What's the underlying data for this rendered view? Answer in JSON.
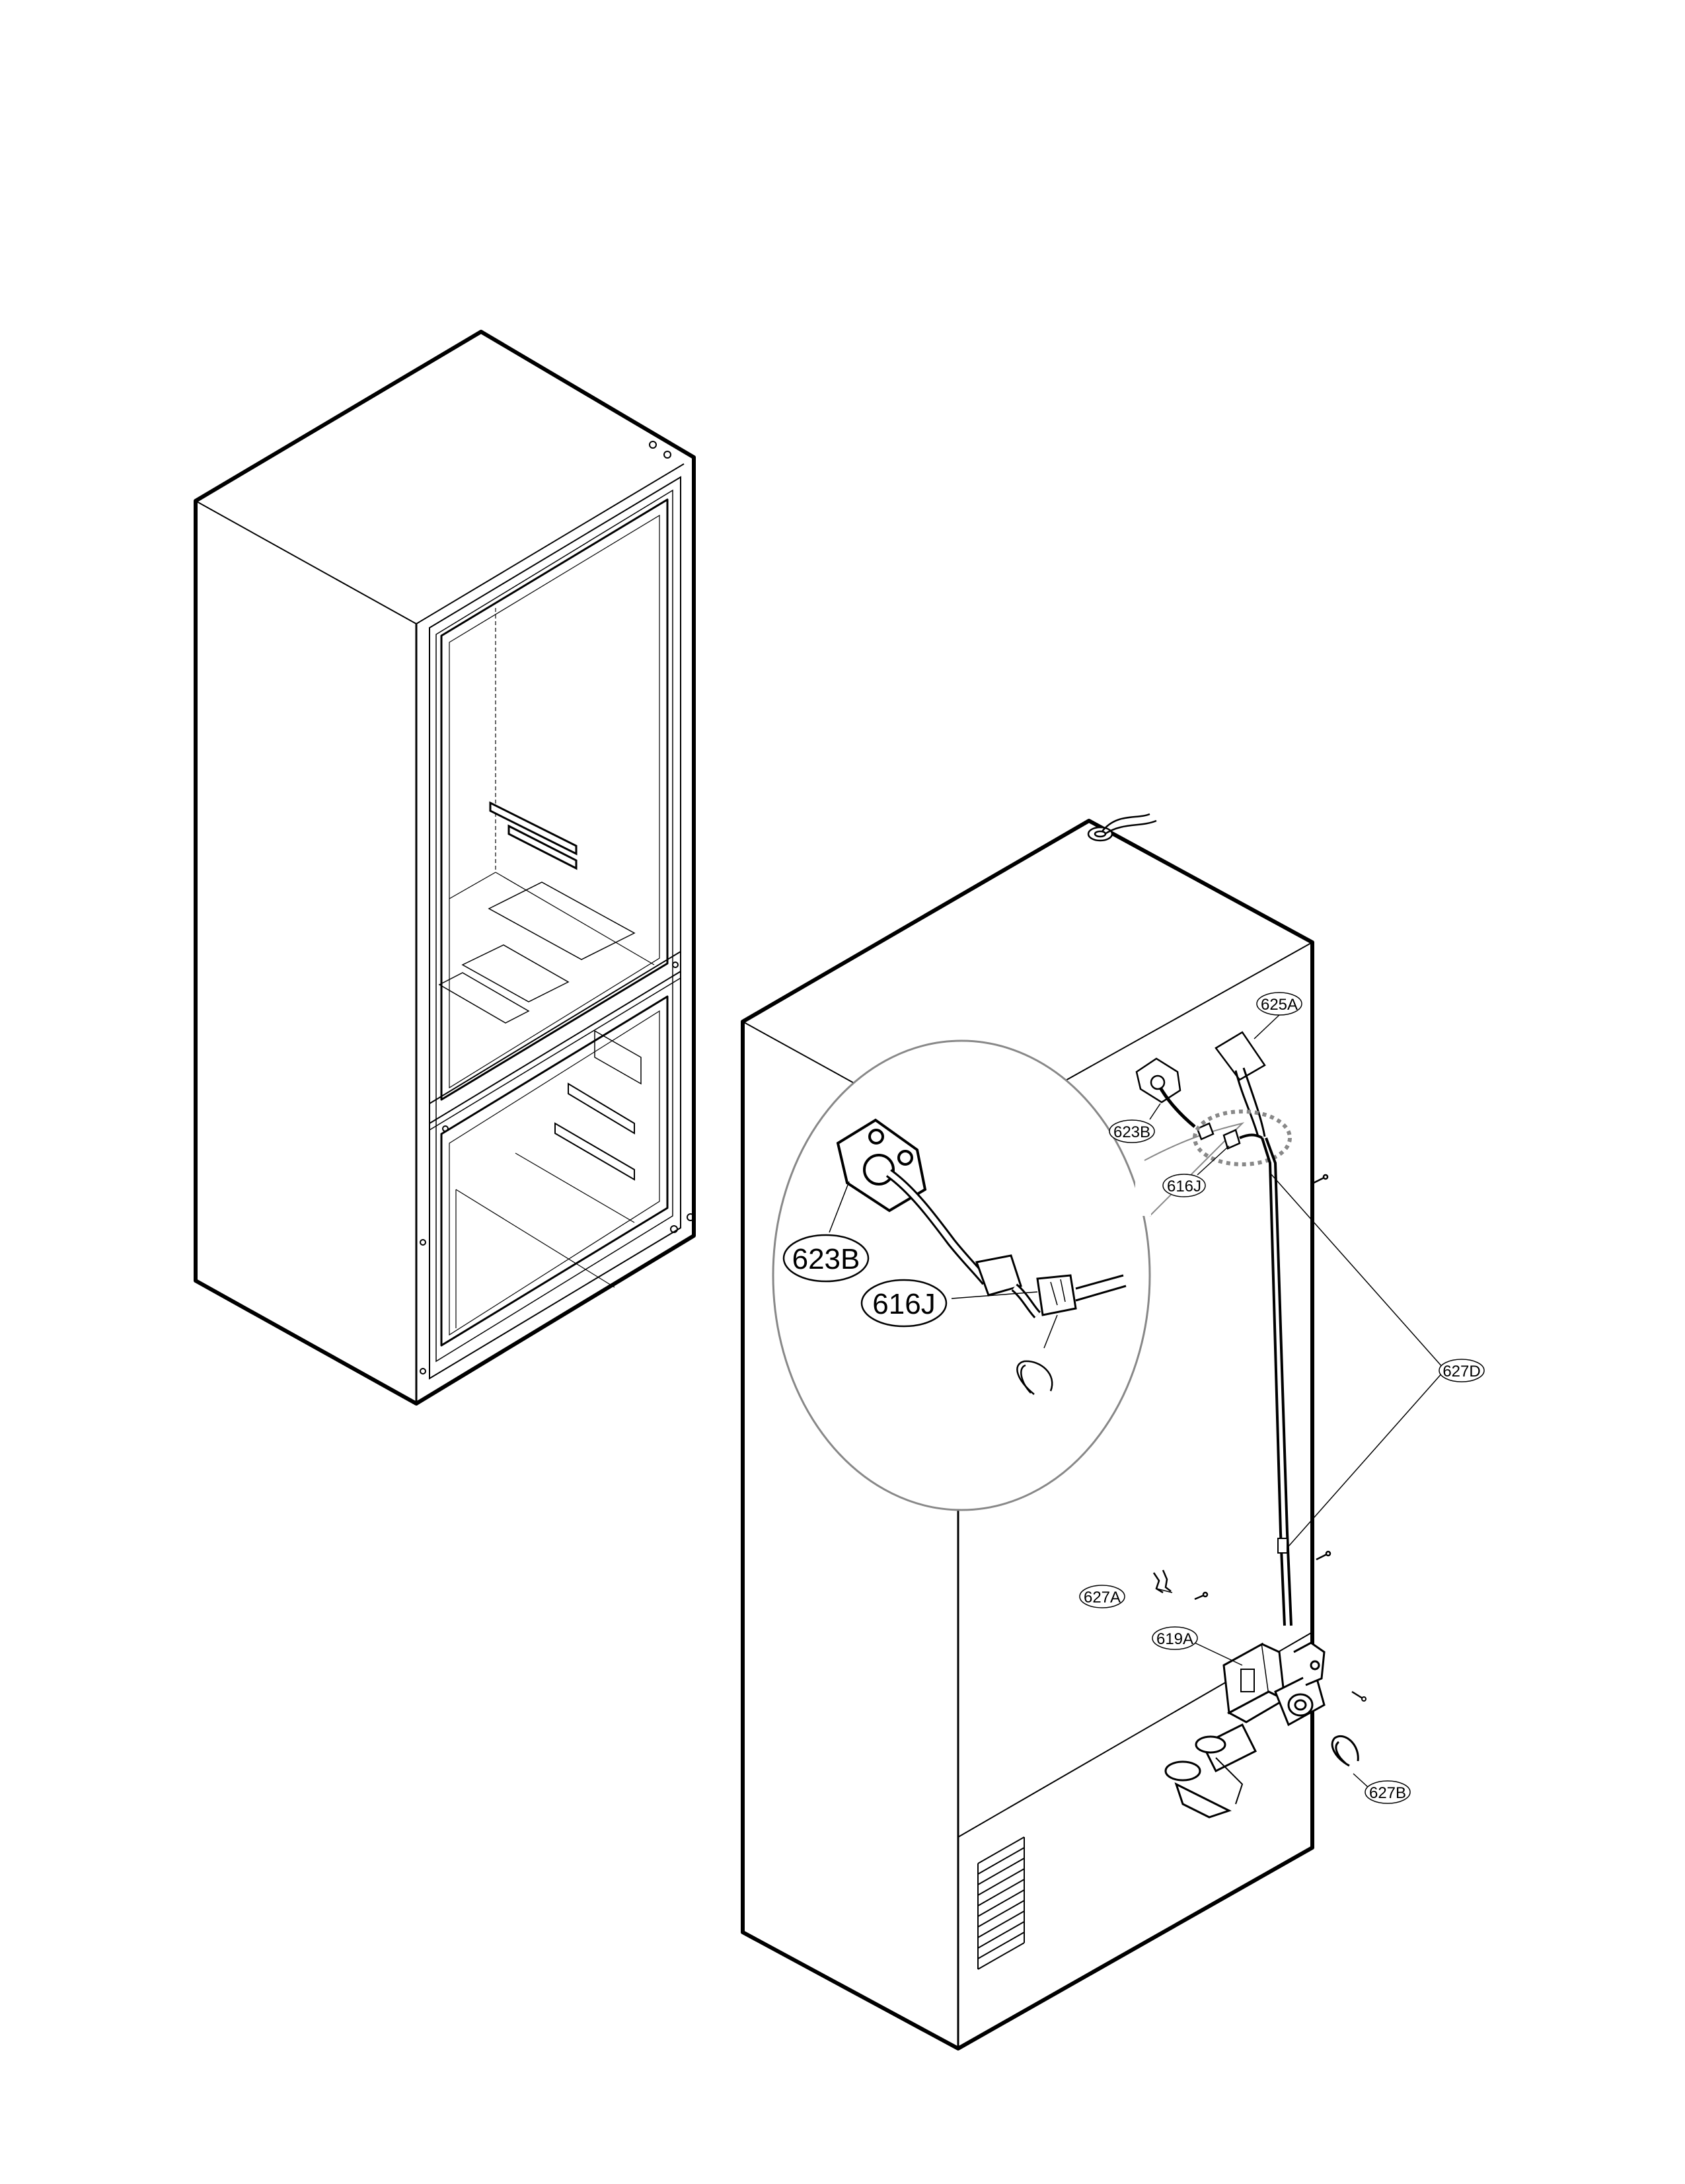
{
  "diagram": {
    "callouts": {
      "small": {
        "c625A": "625A",
        "c623B": "623B",
        "c616J": "616J",
        "c627D": "627D",
        "c627A": "627A",
        "c619A": "619A",
        "c627B": "627B"
      },
      "detail": {
        "c623B": "623B",
        "c616J": "616J"
      }
    }
  }
}
